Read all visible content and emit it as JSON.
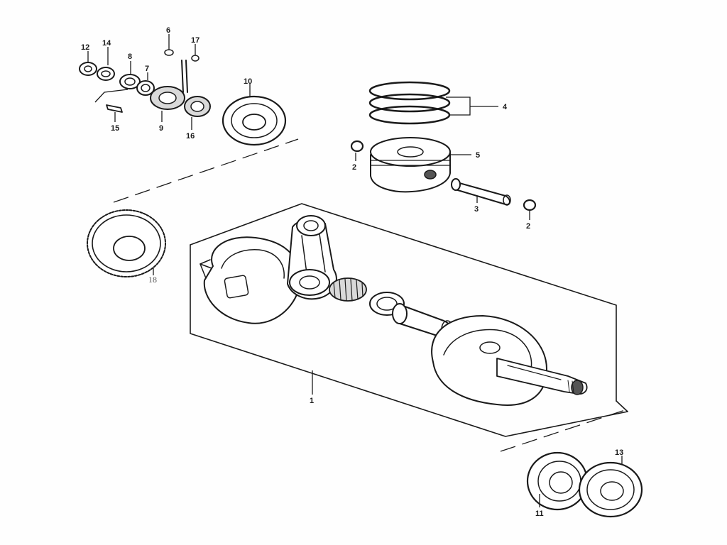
{
  "diagram": {
    "callouts": [
      {
        "id": "c1",
        "label": "1"
      },
      {
        "id": "c2a",
        "label": "2"
      },
      {
        "id": "c2b",
        "label": "2"
      },
      {
        "id": "c3",
        "label": "3"
      },
      {
        "id": "c4",
        "label": "4"
      },
      {
        "id": "c5",
        "label": "5"
      },
      {
        "id": "c6",
        "label": "6"
      },
      {
        "id": "c7",
        "label": "7"
      },
      {
        "id": "c8",
        "label": "8"
      },
      {
        "id": "c9",
        "label": "9"
      },
      {
        "id": "c10",
        "label": "10"
      },
      {
        "id": "c11",
        "label": "11"
      },
      {
        "id": "c12",
        "label": "12"
      },
      {
        "id": "c13",
        "label": "13"
      },
      {
        "id": "c14",
        "label": "14"
      },
      {
        "id": "c15",
        "label": "15"
      },
      {
        "id": "c16",
        "label": "16"
      },
      {
        "id": "c17",
        "label": "17"
      },
      {
        "id": "c18",
        "label": "18"
      }
    ]
  }
}
